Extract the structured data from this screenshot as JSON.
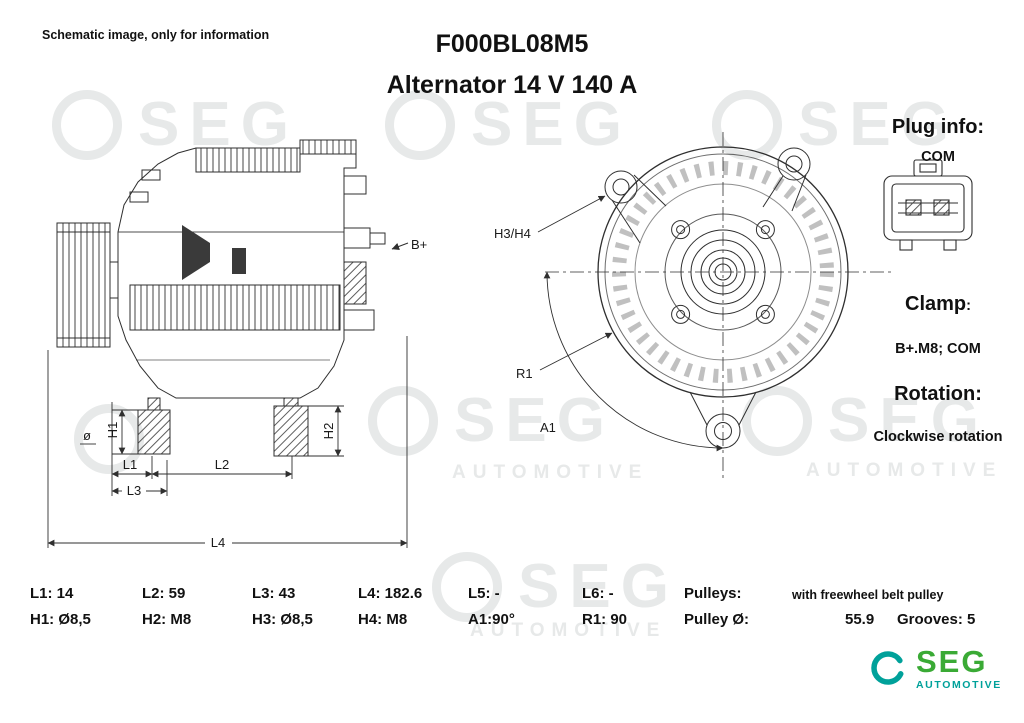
{
  "header": {
    "disclaimer": "Schematic image, only for information",
    "part_number": "F000BL08M5",
    "title": "Alternator 14 V 140 A"
  },
  "info_panel": {
    "plug_label": "Plug info:",
    "plug_value": "COM",
    "clamp_label": "Clamp",
    "clamp_colon": ":",
    "clamp_value": "B+.M8; COM",
    "rotation_label": "Rotation:",
    "rotation_value": "Clockwise rotation"
  },
  "drawing_labels": {
    "terminal": "B+",
    "h1": "H1",
    "h2": "H2",
    "h3h4": "H3/H4",
    "l1": "L1",
    "l2": "L2",
    "l3": "L3",
    "l4": "L4",
    "r1": "R1",
    "a1": "A1",
    "diameter": "ø"
  },
  "specs": {
    "row1": [
      "L1: 14",
      "L2: 59",
      "L3: 43",
      "L4: 182.6",
      "L5: -",
      "L6: -",
      "Pulleys:",
      "with freewheel belt pulley"
    ],
    "row2": [
      "H1: Ø8,5",
      "H2: M8",
      "H3: Ø8,5",
      "H4: M8",
      "A1:90°",
      "R1: 90",
      "Pulley Ø:",
      "55.9",
      "Grooves: 5"
    ]
  },
  "logo": {
    "brand": "SEG",
    "subtitle": "AUTOMOTIVE"
  },
  "watermark": {
    "text": "SEG",
    "subtitle": "AUTOMOTIVE"
  },
  "colors": {
    "line": "#2f2f2f",
    "brand_green": "#3aaa35",
    "brand_teal": "#00a19a",
    "watermark": "#e7e9e9"
  }
}
